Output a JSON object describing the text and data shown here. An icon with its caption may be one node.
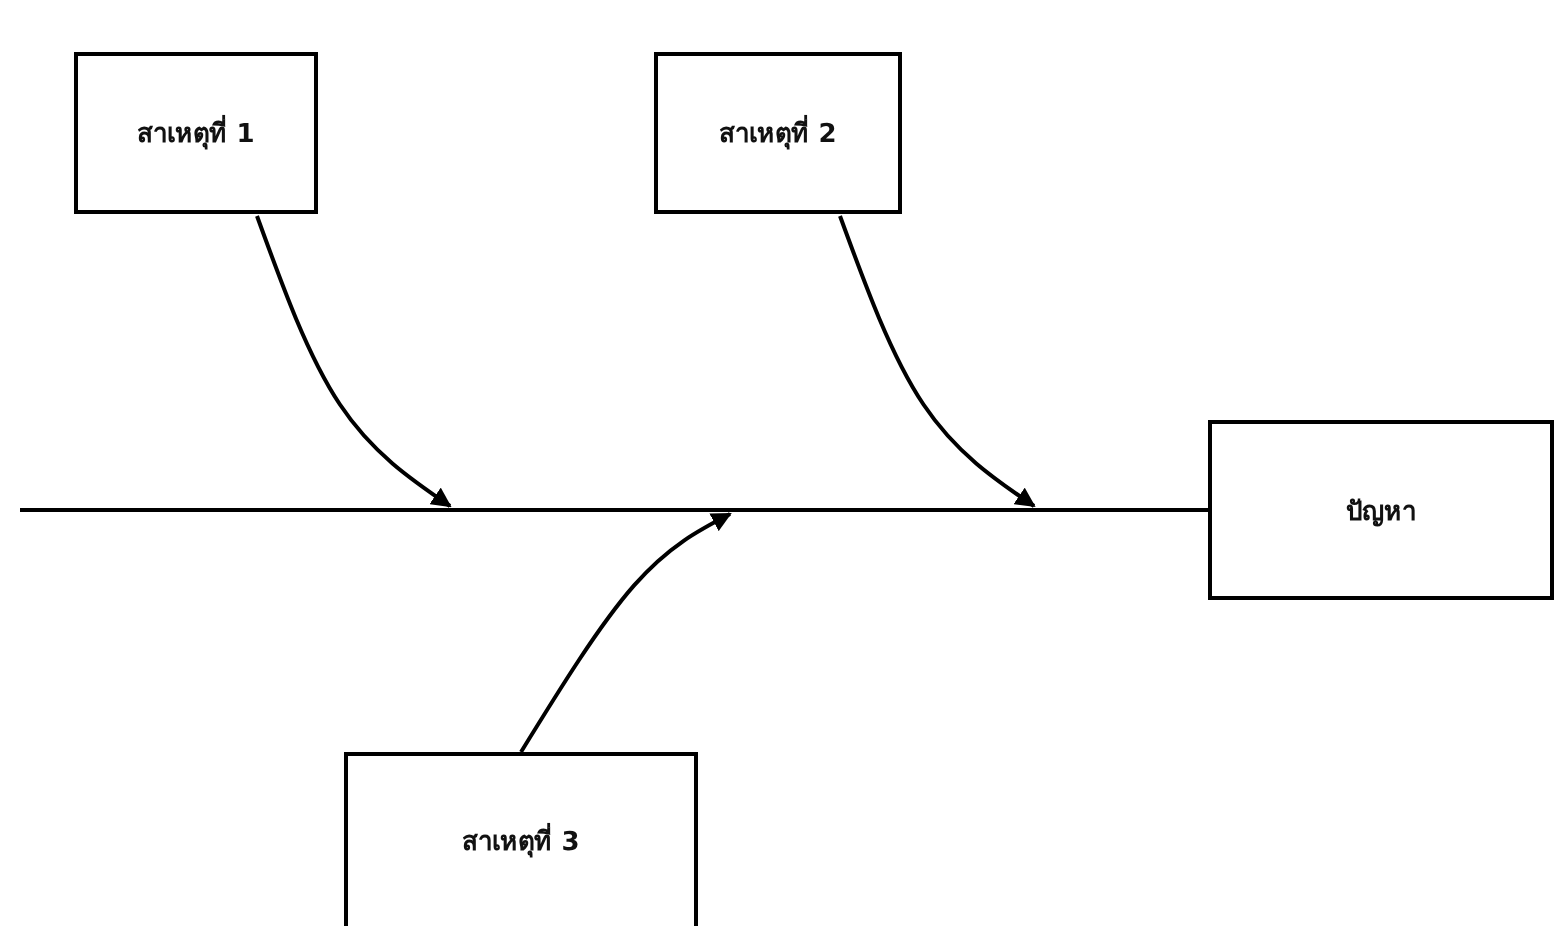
{
  "diagram": {
    "nodes": [
      {
        "text": [
          "สาเหตุที่ 1"
        ]
      },
      {
        "text": [
          "สาเหตุที่ 2"
        ]
      },
      {
        "text": [
          "ปัญหา"
        ]
      },
      {
        "text": [
          "สาเหตุที่ 3"
        ]
      }
    ],
    "edges": [
      {
        "from": null,
        "to": 2,
        "arrow": "none"
      },
      {
        "from": 0,
        "to": null,
        "arrow": "to"
      },
      {
        "from": 1,
        "to": null,
        "arrow": "to"
      },
      {
        "from": 3,
        "to": null,
        "arrow": "to"
      }
    ]
  }
}
